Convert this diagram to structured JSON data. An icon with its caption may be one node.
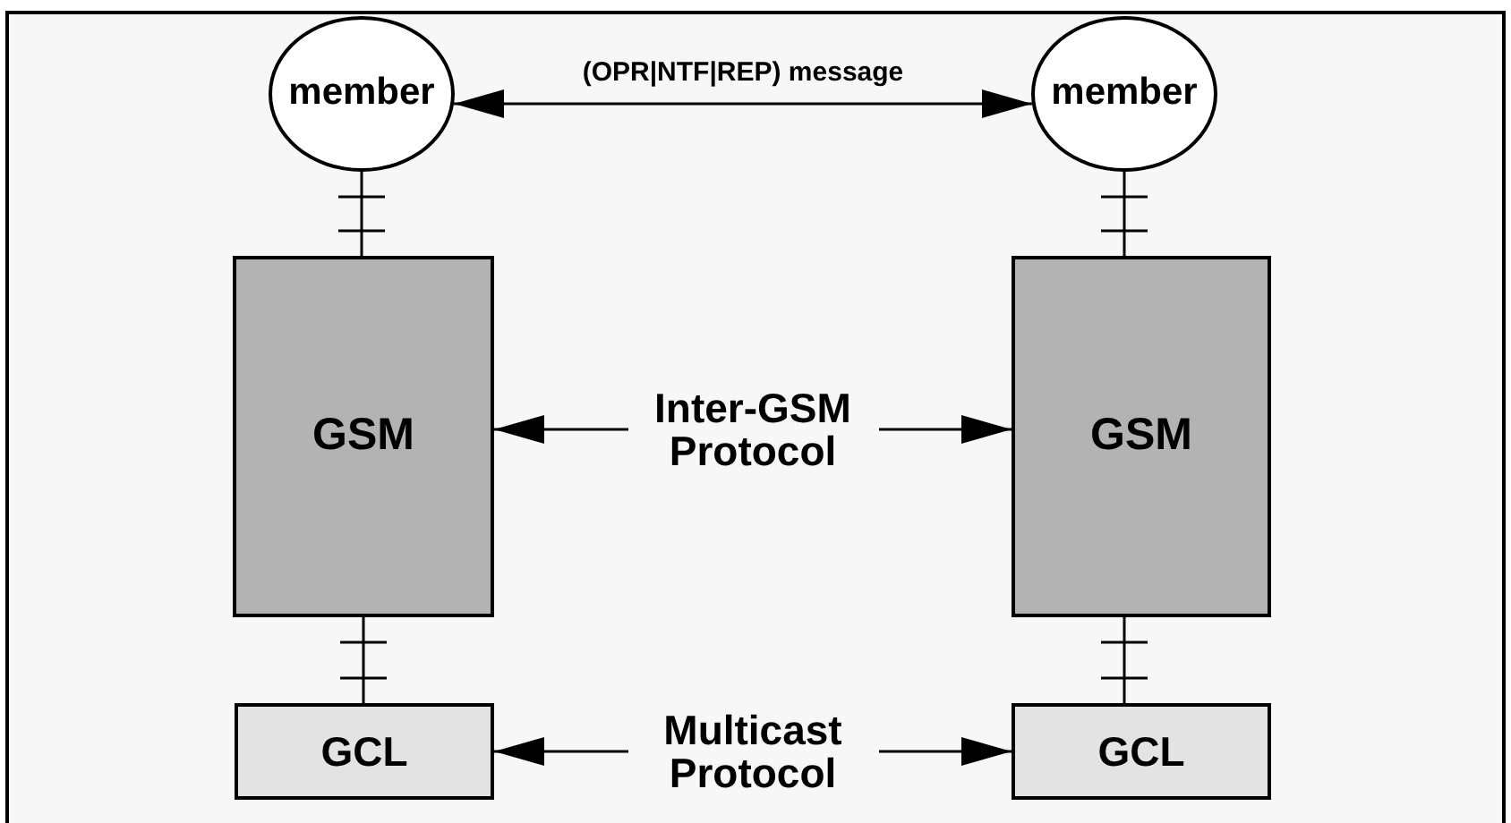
{
  "diagram": {
    "nodes": [
      {
        "text": [
          "member"
        ]
      },
      {
        "text": [
          "member"
        ]
      },
      {
        "text": [
          "GSM"
        ]
      },
      {
        "text": [
          "GSM"
        ]
      },
      {
        "text": [
          "GCL"
        ]
      },
      {
        "text": [
          "GCL"
        ]
      }
    ],
    "edges": [
      {
        "from": 0,
        "to": 1,
        "arrow": "both",
        "label": "(OPR|NTF|REP) message"
      },
      {
        "from": 2,
        "to": 3,
        "arrow": "both",
        "label": "Inter-GSM Protocol"
      },
      {
        "from": 4,
        "to": 5,
        "arrow": "both",
        "label": "Multicast Protocol"
      },
      {
        "from": 0,
        "to": 2,
        "arrow": "other"
      },
      {
        "from": 1,
        "to": 3,
        "arrow": "other"
      },
      {
        "from": 2,
        "to": 4,
        "arrow": "other"
      },
      {
        "from": 3,
        "to": 5,
        "arrow": "other"
      }
    ]
  }
}
